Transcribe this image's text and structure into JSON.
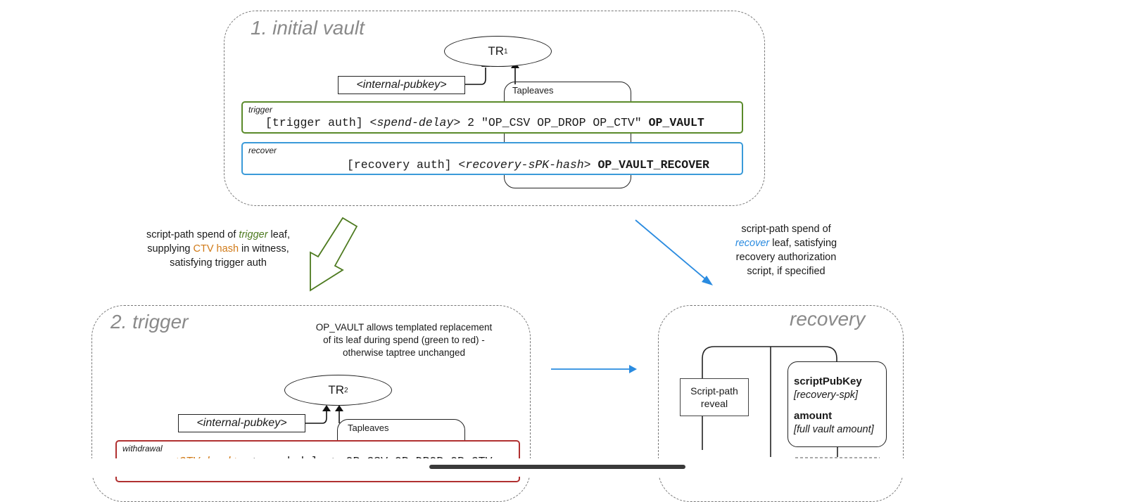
{
  "sections": {
    "initial_vault": {
      "title": "1. initial vault",
      "node": {
        "name": "TR",
        "sub": "1"
      },
      "internal_pubkey": "<internal-pubkey>",
      "tapleaves_label": "Tapleaves",
      "trigger_leaf": {
        "tag": "trigger",
        "code_plain": "[trigger auth] <",
        "code_italic": "spend-delay",
        "code_rest": "> 2 \"OP_CSV OP_DROP OP_CTV\" ",
        "code_bold": "OP_VAULT",
        "color": "#5a8a2a"
      },
      "recover_leaf": {
        "tag": "recover",
        "code_plain": "[recovery auth] <",
        "code_italic": "recovery-sPK-hash",
        "code_rest": "> ",
        "code_bold": "OP_VAULT_RECOVER",
        "color": "#3a9ad9"
      }
    },
    "trigger_caption": {
      "p1": "script-path spend of ",
      "p2": "trigger",
      "p3": " leaf,",
      "p4": "supplying ",
      "p5": "CTV hash",
      "p6": " in witness,",
      "p7": "satisfying trigger auth"
    },
    "recover_caption": {
      "l1": "script-path spend of",
      "l2a": "recover",
      "l2b": " leaf, satisfying",
      "l3": "recovery authorization",
      "l4": "script, if specified"
    },
    "trigger": {
      "title": "2. trigger",
      "note_l1": "OP_VAULT allows templated replacement",
      "note_l2": "of its leaf during spend (green to red) -",
      "note_l3": "otherwise taptree unchanged",
      "node": {
        "name": "TR",
        "sub": "2"
      },
      "internal_pubkey": "<internal-pubkey>",
      "tapleaves_label": "Tapleaves",
      "withdrawal_leaf": {
        "tag": "withdrawal",
        "code_orange": "<CTV-hash>",
        "code_rest": " <spend-delay> OP_CSV OP_DROP OP_CTV",
        "color": "#b03030"
      }
    },
    "recovery": {
      "title": "recovery",
      "reveal_l1": "Script-path",
      "reveal_l2": "reveal",
      "spk_key": "scriptPubKey",
      "spk_val": "[recovery-spk]",
      "amount_key": "amount",
      "amount_val": "[full vault amount]"
    }
  },
  "colors": {
    "arrow_blue": "#2a8be0",
    "arrow_green": "#4d7a1f",
    "dashed": "#777777"
  }
}
